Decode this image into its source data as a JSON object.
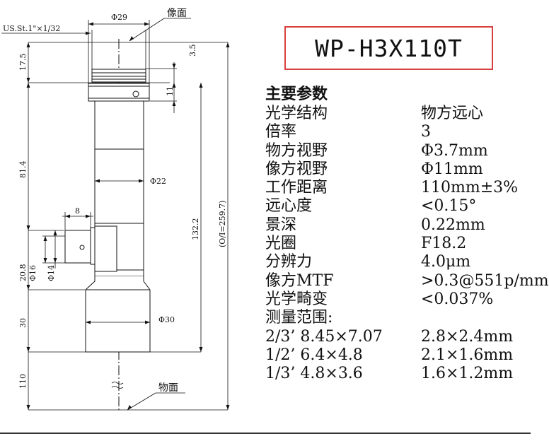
{
  "title": "WP-H3X110T",
  "drawing": {
    "thread_label": "US.St.1\"×1/32",
    "image_plane_label": "像面",
    "object_plane_label": "物面",
    "dims": {
      "d29": "Φ29",
      "d22": "Φ22",
      "d30": "Φ30",
      "d16": "Φ16",
      "d14": "Φ14",
      "h3_5": "3.5",
      "h17_5": "17.5",
      "h11": "11",
      "h81_4": "81.4",
      "h132_2": "132.2",
      "total": "(O/I=259.7)",
      "w8": "8",
      "h20_8": "20.8",
      "h30": "30",
      "h110": "110"
    }
  },
  "spec": {
    "heading": "主要参数",
    "rows": [
      {
        "k": "光学结构",
        "v": "物方远心"
      },
      {
        "k": "倍率",
        "v": "3"
      },
      {
        "k": "物方视野",
        "v": "Φ3.7mm"
      },
      {
        "k": "像方视野",
        "v": "Φ11mm"
      },
      {
        "k": "工作距离",
        "v": "110mm±3%"
      },
      {
        "k": "远心度",
        "v": "<0.15°"
      },
      {
        "k": "景深",
        "v": "0.22mm"
      },
      {
        "k": "光圈",
        "v": "F18.2"
      },
      {
        "k": "分辨力",
        "v": "4.0μm"
      },
      {
        "k": "像方MTF",
        "v": ">0.3@551p/mm"
      },
      {
        "k": "光学畸变",
        "v": "<0.037%"
      },
      {
        "k": "测量范围:",
        "v": ""
      },
      {
        "k": "2/3’ 8.45×7.07",
        "v": "2.8×2.4mm"
      },
      {
        "k": "1/2’ 6.4×4.8",
        "v": "2.1×1.6mm"
      },
      {
        "k": "1/3’ 4.8×3.6",
        "v": "1.6×1.2mm"
      }
    ]
  }
}
